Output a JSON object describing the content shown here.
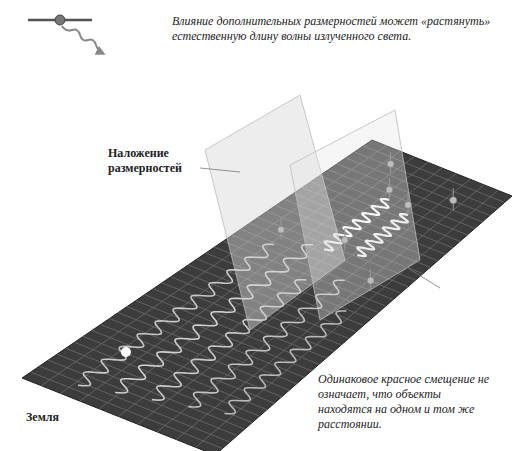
{
  "diagram": {
    "labels": [
      "Влияние дополнительных размерностей может «растянуть» естественную длину волны излученного света.",
      "Наложение размерностей",
      "Земля",
      "Одинаковое красное смещение не означает, что объекты находятся на одном и том же расстоянии."
    ]
  }
}
